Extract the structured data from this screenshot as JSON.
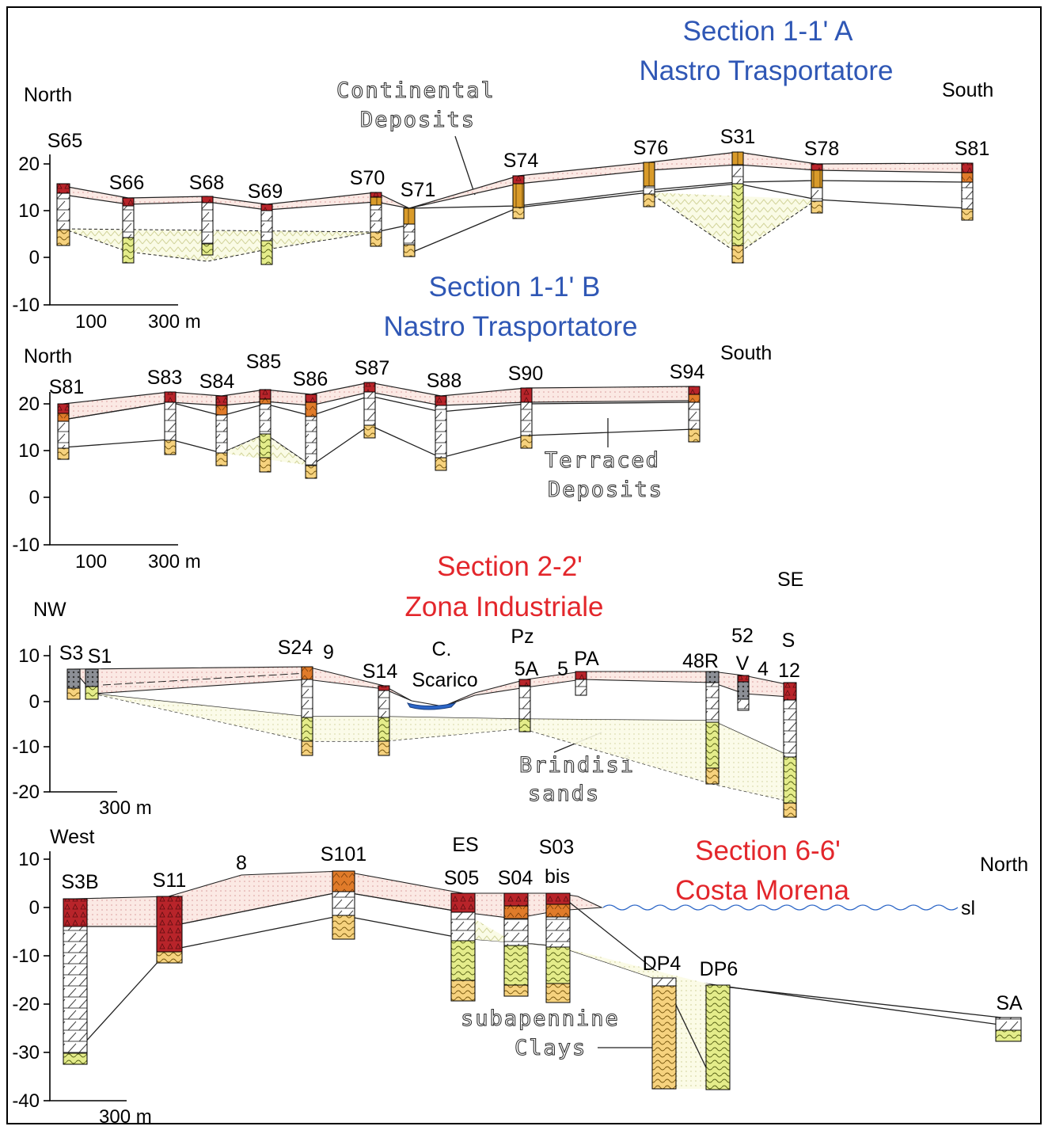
{
  "colors": {
    "title_blue": "#2f57b5",
    "title_red": "#e3262b",
    "red_fill": "#b8242a",
    "orange_fill": "#e07b2a",
    "yellow_fill": "#eef29a",
    "tan_fill": "#f6d9a8",
    "pink_fill": "#f7dcdc",
    "sea": "#2c66c7"
  },
  "panel1": {
    "title_line1": "Section 1-1' A",
    "title_line2": "Nastro Trasportatore",
    "left_label": "North",
    "right_label": "South",
    "yticks": [
      "20",
      "10",
      "0",
      "-10"
    ],
    "scale_100": "100",
    "scale_300": "300 m",
    "note_line1": "Continental",
    "note_line2": "Deposits",
    "boreholes": [
      "S65",
      "S66",
      "S68",
      "S69",
      "S70",
      "S71",
      "S74",
      "S76",
      "S31",
      "S78",
      "S81"
    ]
  },
  "panel2": {
    "title_line1": "Section 1-1' B",
    "title_line2": "Nastro Trasportatore",
    "left_label": "North",
    "right_label": "South",
    "yticks": [
      "20",
      "10",
      "0",
      "-10"
    ],
    "scale_100": "100",
    "scale_300": "300 m",
    "note_line1": "Terraced",
    "note_line2": "Deposits",
    "boreholes": [
      "S81",
      "S83",
      "S84",
      "S85",
      "S86",
      "S87",
      "S88",
      "S90",
      "S94"
    ]
  },
  "panel3": {
    "title_line1": "Section 2-2'",
    "title_line2": "Zona Industriale",
    "left_label": "NW",
    "right_label": "SE",
    "yticks": [
      "10",
      "0",
      "-10",
      "-20"
    ],
    "scale_300": "300 m",
    "note_line1": "Brindisi",
    "note_line2": "sands",
    "boreholes": [
      "S3",
      "S1",
      "S24",
      "9",
      "S14",
      "C.",
      "Scarico",
      "Pz",
      "5A",
      "5",
      "PA",
      "48R",
      "52",
      "V",
      "4",
      "S",
      "12"
    ]
  },
  "panel4": {
    "title_line1": "Section 6-6'",
    "title_line2": "Costa Morena",
    "left_label": "West",
    "right_label": "North",
    "yticks": [
      "10",
      "0",
      "-10",
      "-20",
      "-30",
      "-40"
    ],
    "scale_300": "300 m",
    "note_line1": "subapennine",
    "note_line2": "Clays",
    "sea_label": "sl",
    "boreholes": [
      "S3B",
      "S11",
      "8",
      "S101",
      "ES",
      "S05",
      "S04",
      "S03",
      "bis",
      "DP4",
      "DP6",
      "SA"
    ]
  }
}
